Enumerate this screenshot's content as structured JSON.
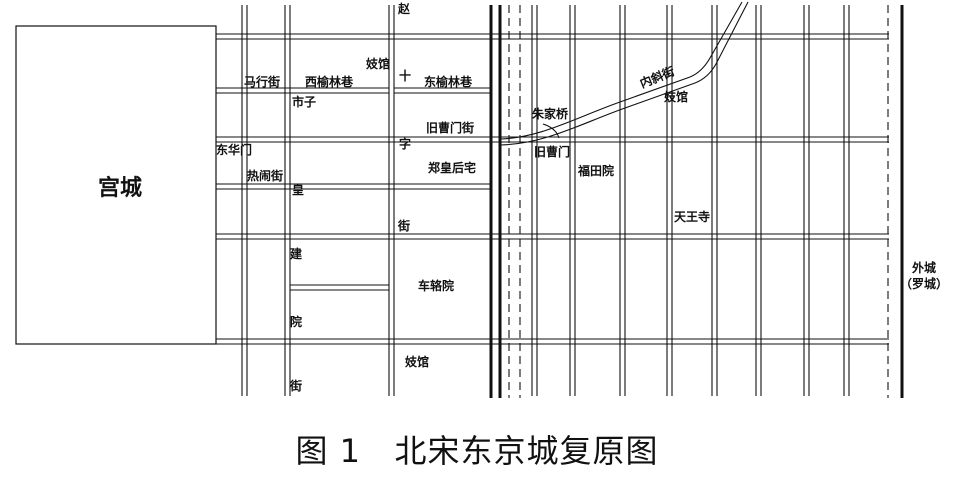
{
  "caption": "图 1   北宋东京城复原图",
  "palace": "宫城",
  "outer_city": [
    "外城",
    "（罗城）"
  ],
  "labels": {
    "zhao": "赵",
    "jiguan1": "妓馆",
    "shi_shizi": "十",
    "maxingjie": "马行街",
    "xiyulinxiang": "西榆林巷",
    "dongyulinxiang": "东榆林巷",
    "shizi": "市子",
    "jiucaomenjie": "旧曹门街",
    "zi": "字",
    "donghuamen": "东华门",
    "rehejie": "热闹街",
    "huang": "皇",
    "zhenghuanghouzhai": "郑皇后宅",
    "jie1": "街",
    "jian": "建",
    "chejiayuan": "车辂院",
    "yuan": "院",
    "jiguan2": "妓馆",
    "jie2": "街",
    "zhujiaqiao": "朱家桥",
    "neixiejie": "内斜街",
    "jiguan3": "妓馆",
    "jiucaomen": "旧曹门",
    "futianyuan": "福田院",
    "tianwangsi": "天王寺"
  }
}
